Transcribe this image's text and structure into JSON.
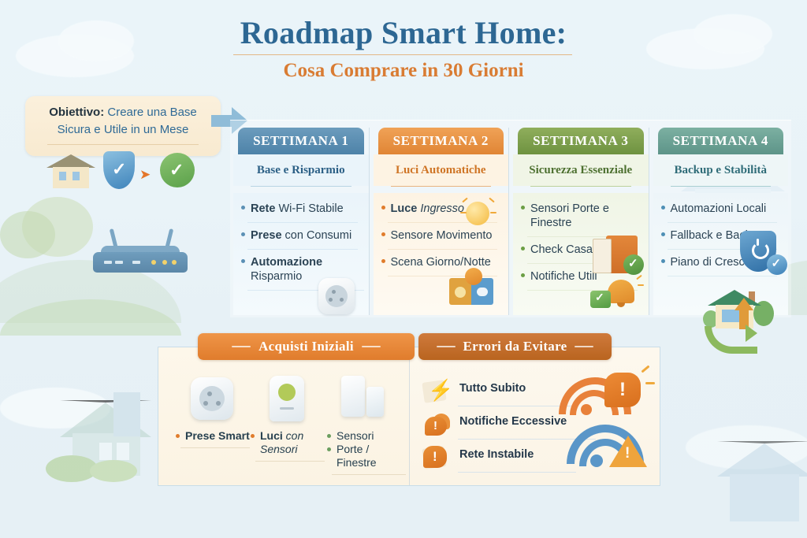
{
  "header": {
    "title": "Roadmap Smart Home:",
    "subtitle": "Cosa Comprare in 30 Giorni"
  },
  "objective": {
    "label": "Obiettivo:",
    "line1": "Creare una Base",
    "line2": "Sicura e Utile in un Mese",
    "icons": [
      "house-icon",
      "shield-check-icon",
      "green-check-icon"
    ]
  },
  "weeks": [
    {
      "badge": "SETTIMANA 1",
      "subtitle": "Base e Risparmio",
      "color": "#5b90b5",
      "body_bg": "#eaf4fa",
      "sub_color": "#2b5f85",
      "items": [
        {
          "text": "Rete Wi-Fi Stabile",
          "strong": "Rete",
          "rest": " Wi-Fi Stabile"
        },
        {
          "text": "Prese con Consumi",
          "strong": "Prese",
          "rest": " con Consumi"
        },
        {
          "text": "Automazione Risparmio",
          "strong": "Automazione",
          "rest": " Risparmio"
        }
      ],
      "illustration": "smart-plug-icon"
    },
    {
      "badge": "SETTIMANA 2",
      "subtitle": "Luci Automatiche",
      "color": "#e8954a",
      "body_bg": "#fdf3e3",
      "sub_color": "#cf7526",
      "items": [
        {
          "text": "Luce Ingresso",
          "strong": "Luce",
          "rest": " Ingresso"
        },
        {
          "text": "Sensore Movimento",
          "strong": "Sensore",
          "rest": " Movimento"
        },
        {
          "text": "Scena Giorno/Notte",
          "strong": "Scena",
          "rest": " Giorno/Notte"
        }
      ],
      "illustration": "light-bulb-icon"
    },
    {
      "badge": "SETTIMANA 3",
      "subtitle": "Sicurezza Essenziale",
      "color": "#7fa14a",
      "body_bg": "#f0f5e6",
      "sub_color": "#4d7030",
      "items": [
        {
          "text": "Sensori Porte e Finestre",
          "strong": "Sensori",
          "rest": " Porte e Finestre"
        },
        {
          "text": "Check Casa",
          "strong": "Check",
          "rest": " Casa"
        },
        {
          "text": "Notifiche Utili",
          "strong": "Notifiche",
          "rest": " Utili"
        }
      ],
      "illustration": "door-sensor-icon"
    },
    {
      "badge": "SETTIMANA 4",
      "subtitle": "Backup e Stabilità",
      "color": "#6aa396",
      "body_bg": "#eef6f7",
      "sub_color": "#2f6c78",
      "items": [
        {
          "text": "Automazioni Locali",
          "strong": "Automazioni",
          "rest": " Locali"
        },
        {
          "text": "Fallback e Backup",
          "strong": "Fallback",
          "rest": " e Backup"
        },
        {
          "text": "Piano di Crescita",
          "strong": "Piano",
          "rest": " di Crescita"
        }
      ],
      "illustration": "shield-power-icon"
    }
  ],
  "purchases": {
    "banner": "Acquisti Iniziali",
    "banner_color": "#e07c2c",
    "items": [
      {
        "label": "Prese Smart",
        "strong": "Prese",
        "rest": " Smart",
        "icon": "smart-plug-icon",
        "dot": "#e07c2c"
      },
      {
        "label": "Luci con Sensori",
        "strong": "Luci",
        "rest": " con Sensori",
        "icon": "motion-light-icon",
        "dot": "#e07c2c"
      },
      {
        "label": "Sensori",
        "label2": "Porte / Finestre",
        "icon": "door-window-sensor-icon",
        "dot": "#6b9e5f"
      }
    ]
  },
  "mistakes": {
    "banner": "Errori da Evitare",
    "banner_color": "#b9641f",
    "items": [
      {
        "label": "Tutto Subito",
        "icon": "lightning-bolt-icon"
      },
      {
        "label": "Notifiche Eccessive",
        "icon": "notification-bell-icon"
      },
      {
        "label": "Rete Instabile",
        "icon": "alert-exclamation-icon"
      }
    ],
    "art": [
      "wifi-error-icon",
      "wifi-warning-icon"
    ]
  }
}
